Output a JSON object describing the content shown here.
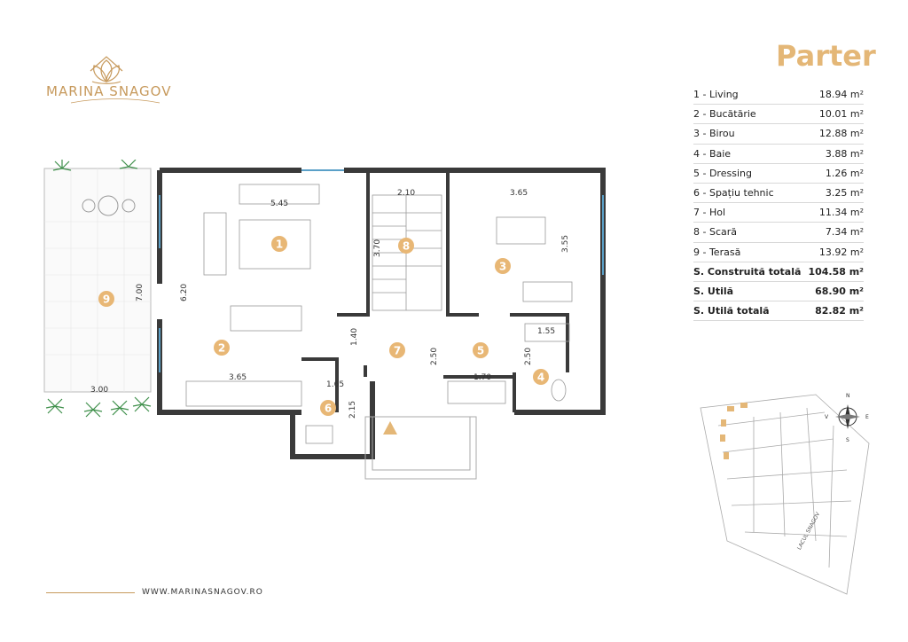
{
  "brand": {
    "name": "MARINA SNAGOV",
    "website": "WWW.MARINASNAGOV.RO"
  },
  "title": "Parter",
  "rooms": [
    {
      "label": "1 - Living",
      "area": "18.94 m²"
    },
    {
      "label": "2 - Bucătărie",
      "area": "10.01 m²"
    },
    {
      "label": "3 - Birou",
      "area": "12.88 m²"
    },
    {
      "label": "4 - Baie",
      "area": "3.88 m²"
    },
    {
      "label": "5 - Dressing",
      "area": "1.26 m²"
    },
    {
      "label": "6 - Spațiu tehnic",
      "area": "3.25 m²"
    },
    {
      "label": "7 - Hol",
      "area": "11.34 m²"
    },
    {
      "label": "8 - Scară",
      "area": "7.34 m²"
    },
    {
      "label": "9 - Terasă",
      "area": "13.92 m²"
    }
  ],
  "totals": [
    {
      "label": "S. Construită totală",
      "area": "104.58 m²"
    },
    {
      "label": "S. Utilă",
      "area": "68.90 m²"
    },
    {
      "label": "S. Utilă totală",
      "area": "82.82 m²"
    }
  ],
  "room_numbers": [
    "1",
    "2",
    "3",
    "4",
    "5",
    "6",
    "7",
    "8",
    "9"
  ],
  "dimensions": {
    "living_w": "5.45",
    "living_h": "6.20",
    "kitchen_w": "3.65",
    "terrace_h": "7.00",
    "terrace_w": "3.00",
    "stair_w": "2.10",
    "stair_h": "3.70",
    "office_w": "3.65",
    "office_h": "3.55",
    "hall_h": "1.40",
    "hall_w": "2.50",
    "tech_w": "1.65",
    "tech_h": "2.15",
    "dress_w": "1.70",
    "bath_h": "2.50",
    "bath_w": "1.55"
  },
  "map": {
    "lake": "LACUL SNAGOV",
    "north": "N",
    "south": "S",
    "east": "E",
    "west": "V"
  },
  "colors": {
    "accent": "#e4b777",
    "wall": "#3a3a3a",
    "gold": "#c79a5d"
  }
}
